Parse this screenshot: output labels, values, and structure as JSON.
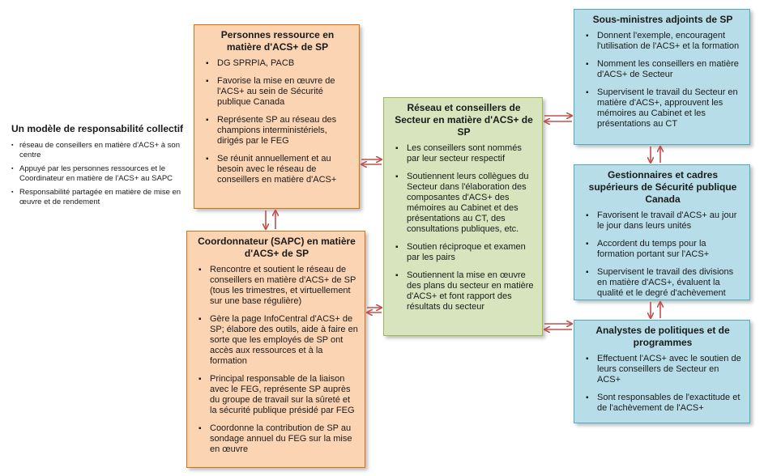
{
  "intro": {
    "title": "Un modèle de responsabilité collectif",
    "items": [
      "réseau de conseillers en matière d'ACS+ à son centre",
      "Appuyé par les personnes ressources et le Coordinateur en matière de l'ACS+ au SAPC",
      "Responsabilité partagée en matière de mise en œuvre et de rendement"
    ]
  },
  "boxes": {
    "resource": {
      "title": "Personnes ressource en matière d'ACS+ de SP",
      "items": [
        "DG SPRPIA, PACB",
        "Favorise la mise en œuvre de l'ACS+ au sein de Sécurité publique Canada",
        "Représente SP au réseau des champions interministériels, dirigés par le FEG",
        "Se réunit annuellement et au besoin avec le réseau de conseillers en matière d'ACS+"
      ]
    },
    "coordinator": {
      "title": "Coordonnateur (SAPC) en matière d'ACS+ de SP",
      "items": [
        "Rencontre et soutient le réseau de conseillers en matière d'ACS+ de SP (tous les trimestres, et virtuellement sur une base régulière)",
        "Gère la page InfoCentral d'ACS+ de SP; élabore des outils, aide à faire en sorte que les employés de SP ont accès aux ressources et à la formation",
        "Principal responsable de la liaison avec le FEG, représente SP auprès du groupe de travail sur la sûreté et la sécurité publique présidé par FEG",
        "Coordonne la contribution de SP au sondage annuel du FEG sur la mise en œuvre"
      ]
    },
    "network": {
      "title": "Réseau et conseillers de Secteur en matière d'ACS+ de SP",
      "items": [
        "Les conseillers sont nommés par leur secteur respectif",
        "Soutiennent leurs collègues du Secteur dans l'élaboration des composantes d'ACS+ des mémoires au Cabinet et des présentations au CT, des consultations publiques, etc.",
        "Soutien réciproque et examen par les pairs",
        "Soutiennent la mise en œuvre des plans du secteur en matière d'ACS+ et font rapport des résultats du secteur"
      ]
    },
    "adm": {
      "title": "Sous-ministres adjoints de SP",
      "items": [
        "Donnent l'exemple, encouragent l'utilisation de l'ACS+ et la formation",
        "Nomment les conseillers en matière d'ACS+ de Secteur",
        "Supervisent le travail du Secteur en matière d'ACS+, approuvent les mémoires au Cabinet et les présentations au CT"
      ]
    },
    "managers": {
      "title": "Gestionnaires et cadres supérieurs de Sécurité publique Canada",
      "items": [
        "Favorisent le travail d'ACS+ au jour le jour dans leurs unités",
        "Accordent du temps pour la formation portant sur l'ACS+",
        "Supervisent le travail des divisions en matière d'ACS+, évaluent la qualité et le degré d'achèvement"
      ]
    },
    "analysts": {
      "title": "Analystes de politiques et de programmes",
      "items": [
        "Effectuent l'ACS+ avec le soutien de leurs conseillers de Secteur en ACS+",
        "Sont responsables de l'exactitude et de l'achèvement de l'ACS+"
      ]
    }
  },
  "colors": {
    "orange_fill": "#fbd4b4",
    "orange_border": "#e46c0a",
    "green_fill": "#d7e4bd",
    "green_border": "#9bbb59",
    "blue_fill": "#b7dee8",
    "blue_border": "#4bacc6",
    "arrow": "#c0504d"
  }
}
